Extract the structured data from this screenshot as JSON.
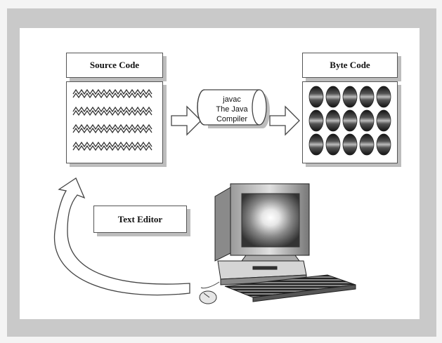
{
  "diagram": {
    "source": {
      "label": "Source Code"
    },
    "compiler": {
      "lines": [
        "javac",
        "The Java",
        "Compiler"
      ]
    },
    "bytecode": {
      "label": "Byte Code"
    },
    "editor": {
      "label": "Text Editor"
    }
  },
  "colors": {
    "frame": "#c9c9c9",
    "background": "#f4f4f4",
    "shadow": "#bdbdbd",
    "outline": "#555555"
  }
}
